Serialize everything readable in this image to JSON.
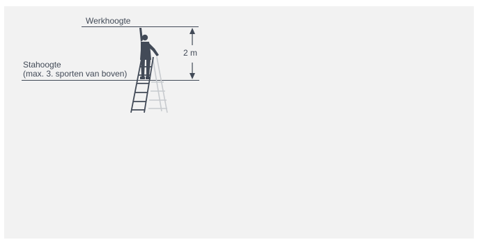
{
  "diagram": {
    "work_height_label": "Werkhoogte",
    "standing_height_label": "Stahoogte",
    "standing_height_note": "(max. 3. sporten van boven)",
    "dimension_label": "2 m"
  },
  "colors": {
    "background_panel": "#f2f2f2",
    "ink": "#424a57",
    "ladder_shadow": "#c8cbcf"
  }
}
